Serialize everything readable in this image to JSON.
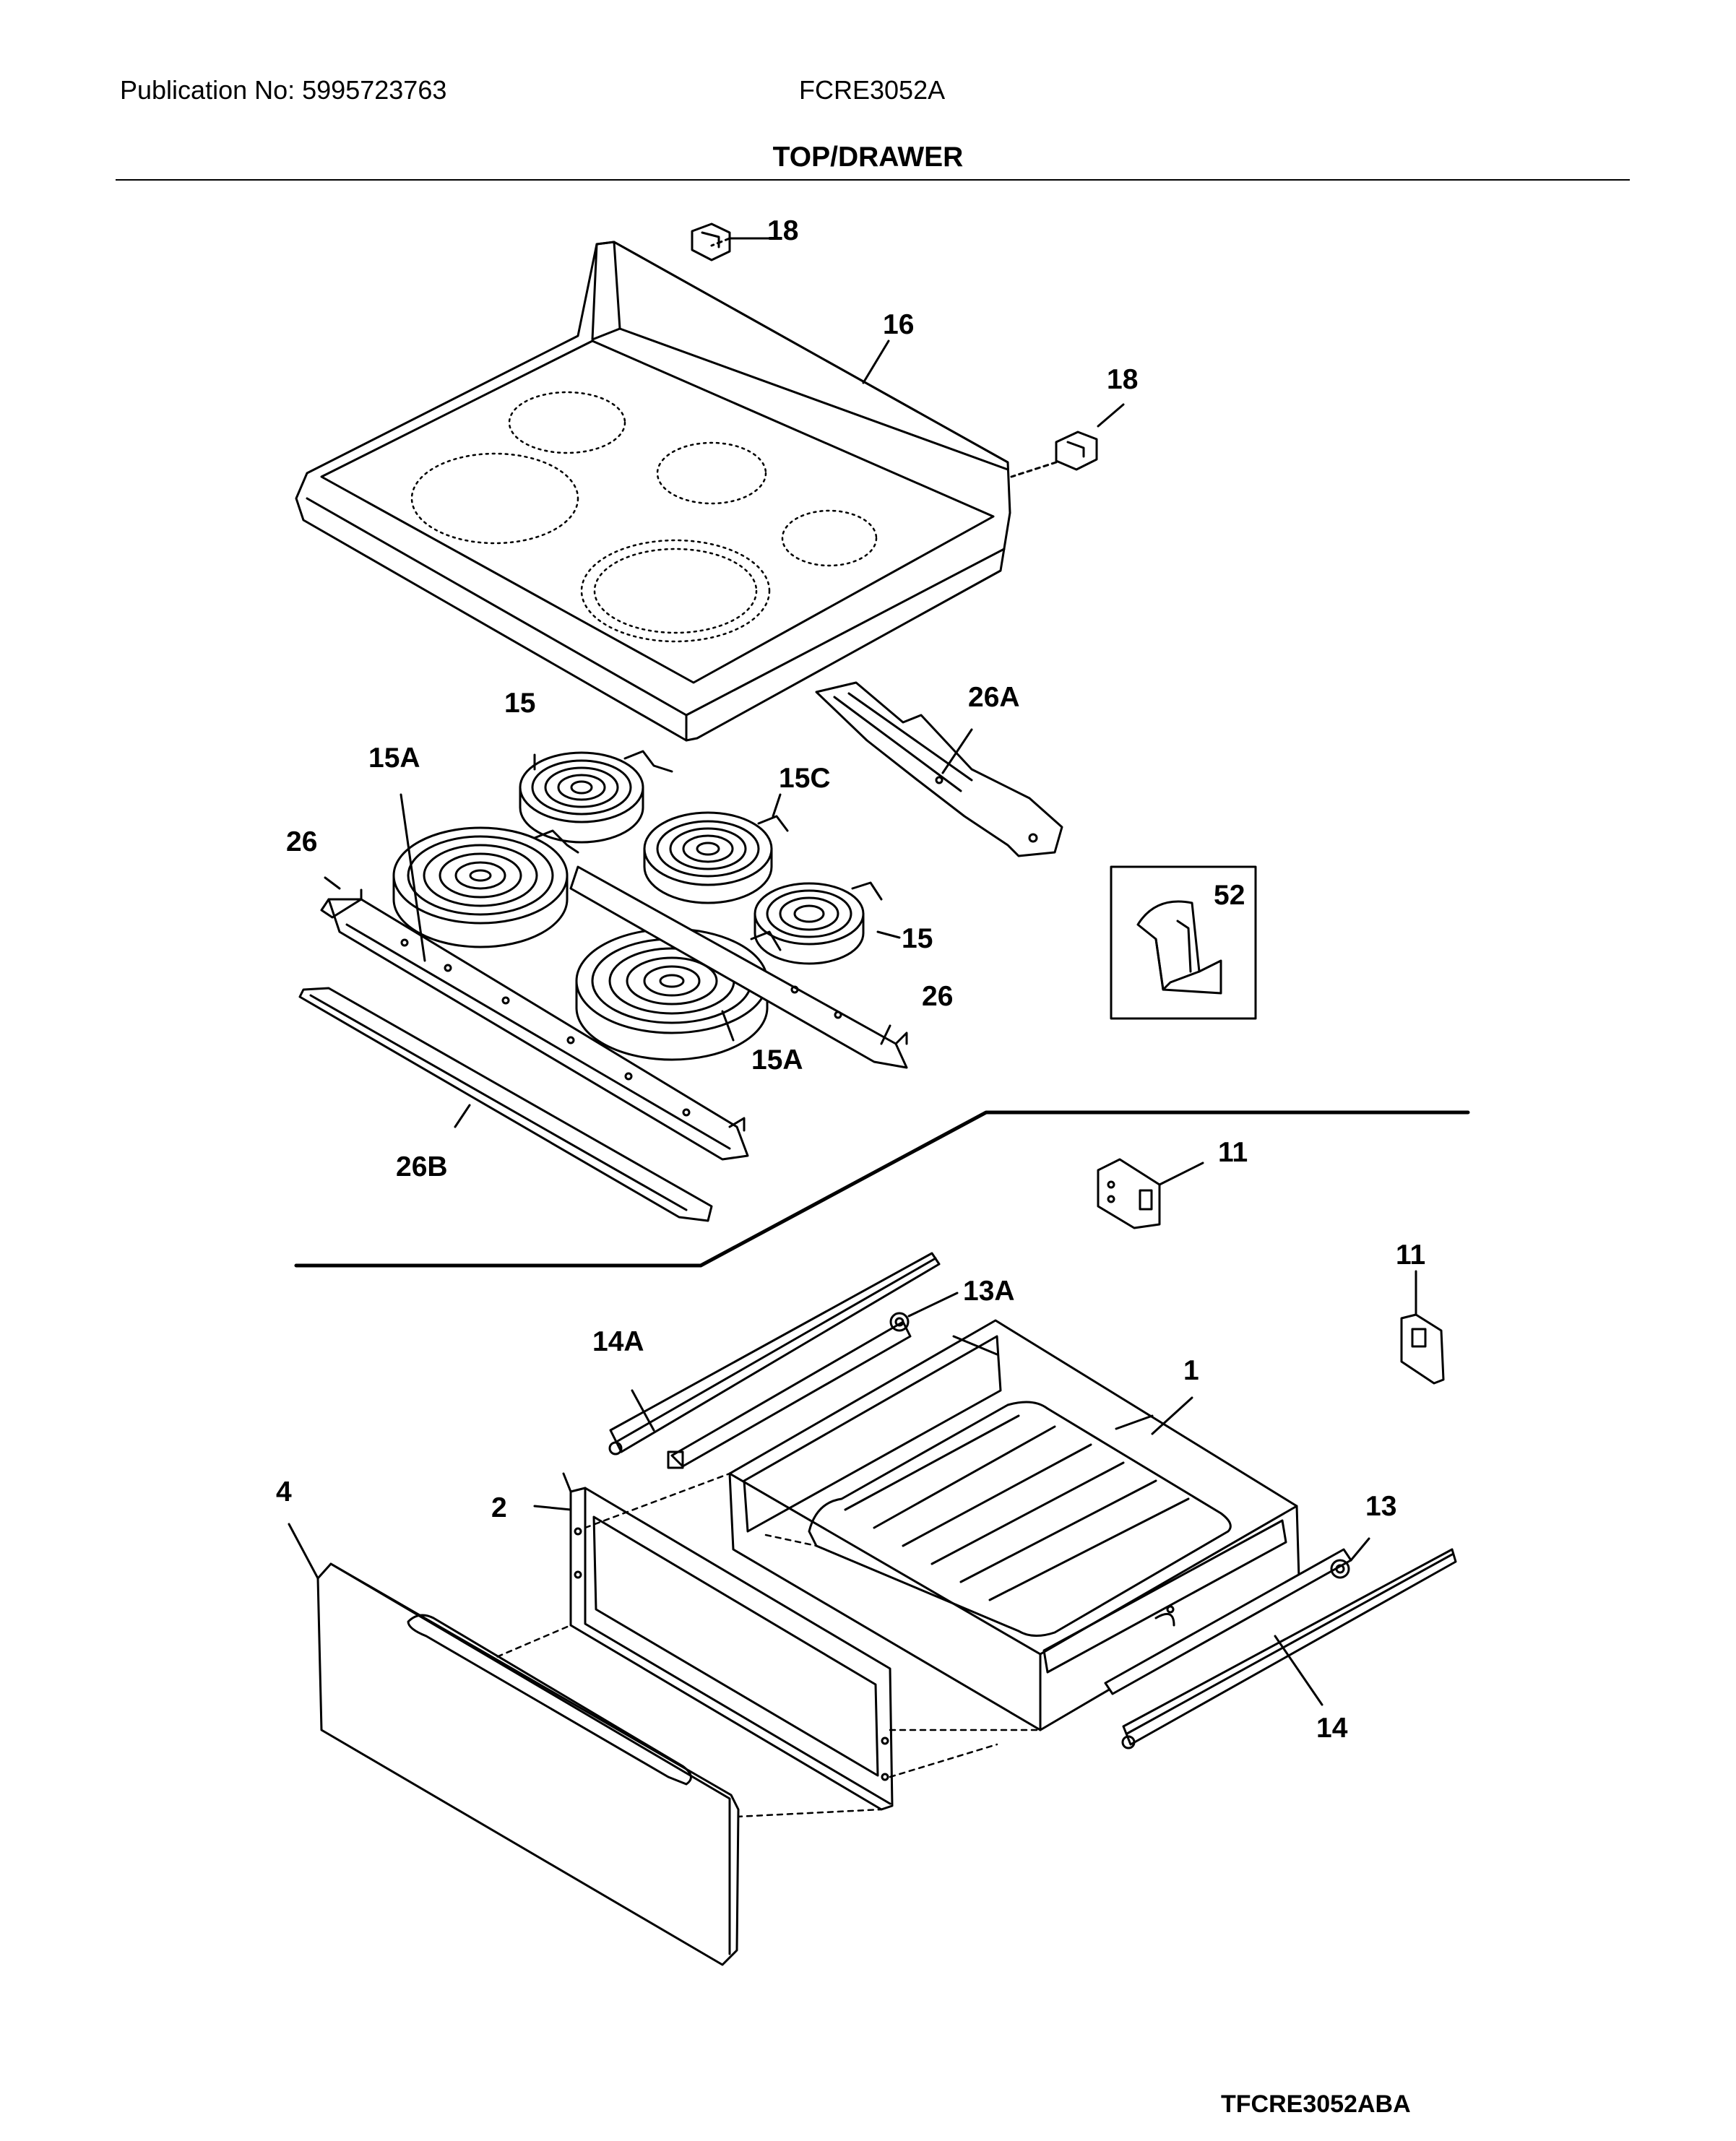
{
  "header": {
    "publication": "Publication No: 5995723763",
    "model": "FCRE3052A",
    "section_title": "TOP/DRAWER"
  },
  "footer": {
    "drawing_code": "TFCRE3052ABA"
  },
  "callouts": {
    "c18a": "18",
    "c16": "16",
    "c18b": "18",
    "c15a_top": "15",
    "c15A_left": "15A",
    "c15C": "15C",
    "c26A": "26A",
    "c26_left": "26",
    "c15_right": "15",
    "c26_right": "26",
    "c15A_bottom": "15A",
    "c26B": "26B",
    "c52": "52",
    "c11a": "11",
    "c11b": "11",
    "c13A": "13A",
    "c14A": "14A",
    "c1": "1",
    "c4": "4",
    "c2": "2",
    "c13": "13",
    "c14": "14"
  }
}
